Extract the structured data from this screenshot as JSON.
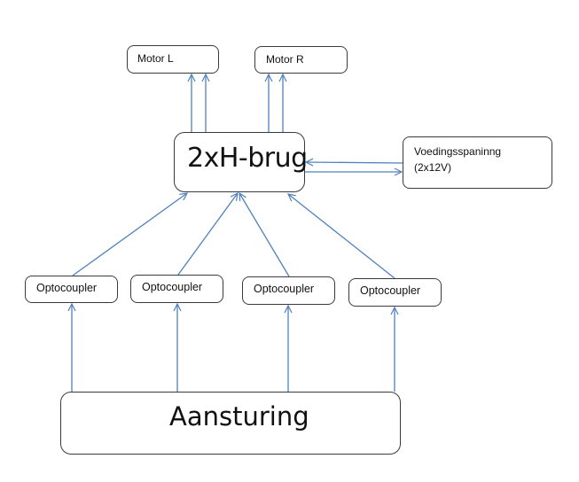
{
  "diagram": {
    "nodes": {
      "motor_l": "Motor L",
      "motor_r": "Motor R",
      "h_brug": "2xH-brug",
      "voeding_line1": "Voedingsspaninng",
      "voeding_line2": "(2x12V)",
      "opto_1": "Optocoupler",
      "opto_2": "Optocoupler",
      "opto_3": "Optocoupler",
      "opto_4": "Optocoupler",
      "aansturing": "Aansturing"
    },
    "edges": [
      {
        "from": "2xH-brug",
        "to": "Motor L",
        "count": 2
      },
      {
        "from": "2xH-brug",
        "to": "Motor R",
        "count": 2
      },
      {
        "from": "Voedingsspaninng (2x12V)",
        "to": "2xH-brug",
        "count": 1
      },
      {
        "from": "2xH-brug",
        "to": "Voedingsspaninng (2x12V)",
        "count": 1
      },
      {
        "from": "Optocoupler 1",
        "to": "2xH-brug",
        "count": 1
      },
      {
        "from": "Optocoupler 2",
        "to": "2xH-brug",
        "count": 1
      },
      {
        "from": "Optocoupler 3",
        "to": "2xH-brug",
        "count": 1
      },
      {
        "from": "Optocoupler 4",
        "to": "2xH-brug",
        "count": 1
      },
      {
        "from": "Aansturing",
        "to": "Optocoupler 1",
        "count": 1
      },
      {
        "from": "Aansturing",
        "to": "Optocoupler 2",
        "count": 1
      },
      {
        "from": "Aansturing",
        "to": "Optocoupler 3",
        "count": 1
      },
      {
        "from": "Aansturing",
        "to": "Optocoupler 4",
        "count": 1
      }
    ],
    "colors": {
      "connector": "#4f81bd",
      "box_border": "#3a3a3a",
      "text": "#111111"
    }
  }
}
